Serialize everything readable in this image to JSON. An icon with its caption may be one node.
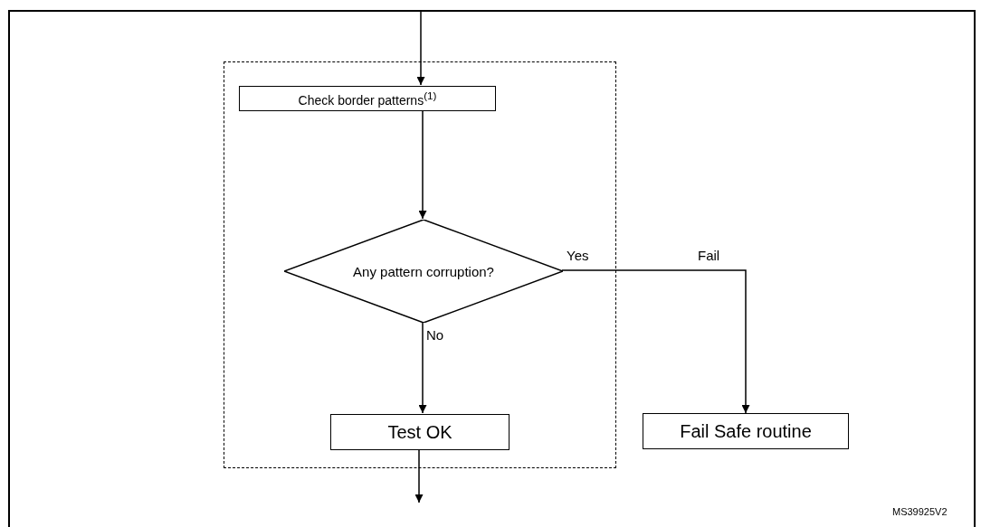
{
  "diagram": {
    "nodes": [
      {
        "text": [],
        "shape": "box"
      },
      {
        "text": [
          "Check border patterns$^{(1)}$"
        ],
        "in": 0
      },
      {
        "text": [
          "Any pattern corruption?"
        ],
        "in": 0
      },
      {
        "text": [
          "Test OK"
        ],
        "in": 0
      },
      {
        "text": [
          "Fail Safe routine"
        ]
      }
    ],
    "edges": [
      {
        "from": null,
        "to": 1,
        "arrow": "to"
      },
      {
        "from": 1,
        "to": 2,
        "arrow": "to"
      },
      {
        "from": 2,
        "to": 3,
        "arrow": "to",
        "label": "No"
      },
      {
        "from": 2,
        "to": 4,
        "arrow": "to",
        "label": "Yes"
      },
      {
        "from": 3,
        "to": null,
        "arrow": "to"
      }
    ],
    "labels": [
      "Fail",
      "MS39925V2"
    ]
  }
}
